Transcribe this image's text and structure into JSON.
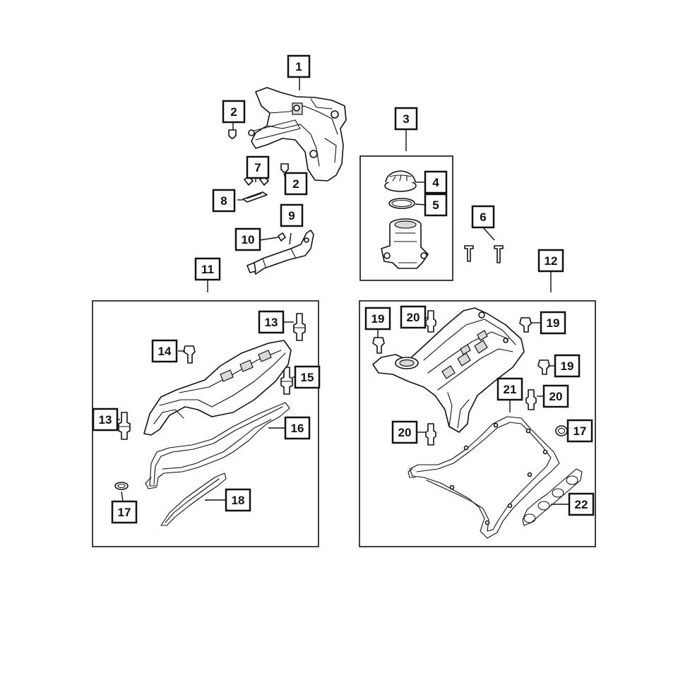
{
  "colors": {
    "line": "#111111",
    "fill": "#ffffff",
    "shade": "#d9d9d9"
  },
  "callouts": {
    "c1": "1",
    "c2a": "2",
    "c2b": "2",
    "c3": "3",
    "c4": "4",
    "c5": "5",
    "c6": "6",
    "c7": "7",
    "c8": "8",
    "c9": "9",
    "c10": "10",
    "c11": "11",
    "c12": "12",
    "c13a": "13",
    "c13b": "13",
    "c14": "14",
    "c15": "15",
    "c16": "16",
    "c17a": "17",
    "c17b": "17",
    "c18": "18",
    "c19a": "19",
    "c19b": "19",
    "c19c": "19",
    "c20a": "20",
    "c20b": "20",
    "c20c": "20",
    "c21": "21",
    "c22": "22"
  }
}
